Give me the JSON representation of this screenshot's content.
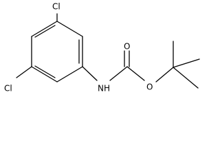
{
  "molecule": {
    "atoms": {
      "cl_top": "Cl",
      "cl_bottom": "Cl",
      "nh": "NH",
      "carbonyl_o": "O",
      "ester_o": "O"
    },
    "colors": {
      "bond": "#000000",
      "label": "#000000",
      "background": "#ffffff"
    }
  }
}
